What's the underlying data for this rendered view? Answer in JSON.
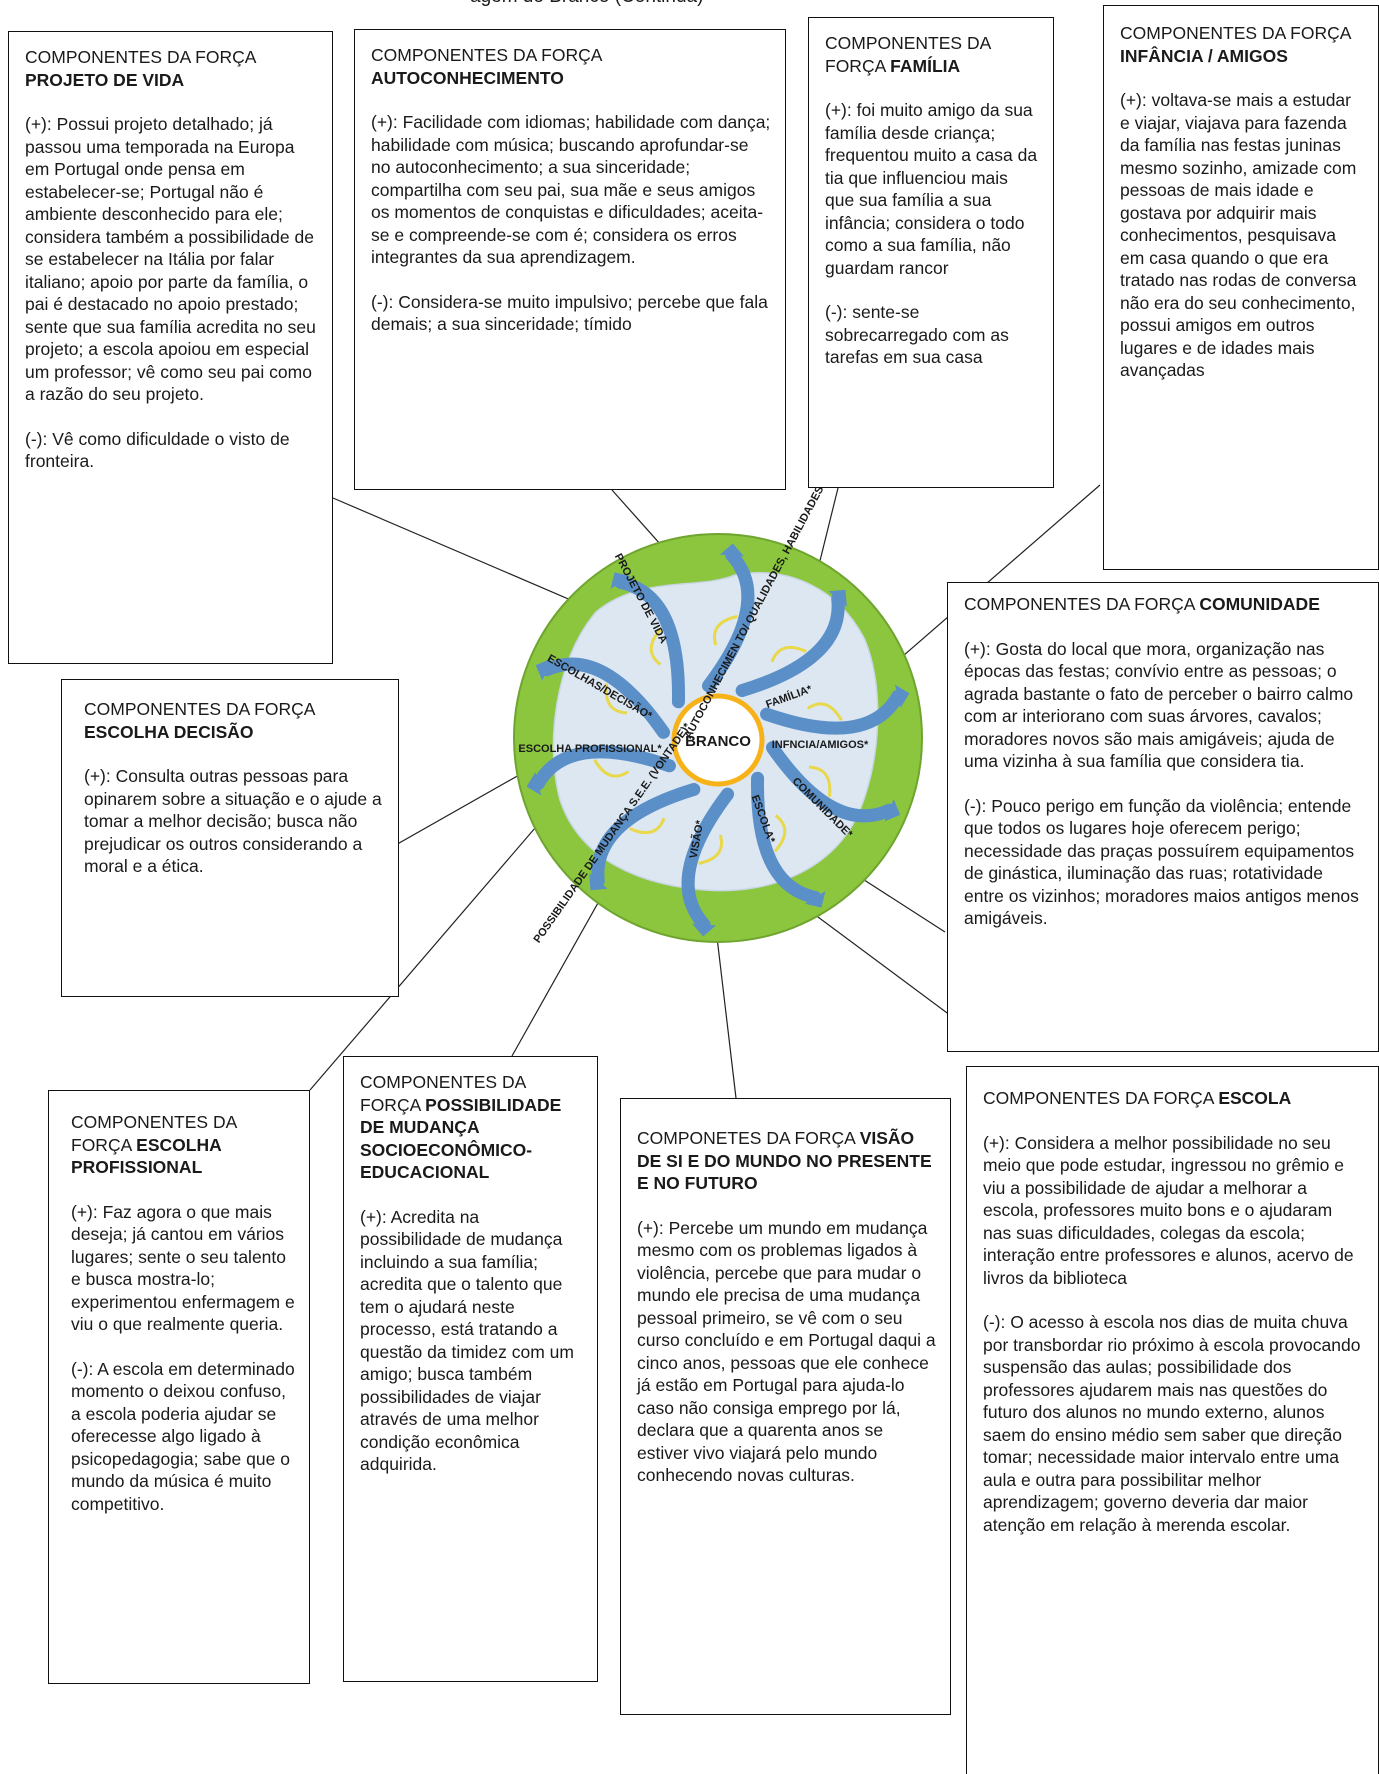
{
  "header_fragment": "agem do Branco (Continua)",
  "center_label": "BRANCO",
  "colors": {
    "ring": "#8cc63f",
    "inner": "#dce7f2",
    "arrow": "#5b8fc8",
    "center_ring": "#f7b219",
    "yellow_arrow": "#e8d84a"
  },
  "wheel_labels": [
    "PROJETO DE VIDA",
    "AUTOCONHECIMEN TO/ QUALIDADES, HABILIDADES*",
    "FAMÍLIA*",
    "INFNCIA/AMIGOS*",
    "COMUNIDADE*",
    "ESCOLA*",
    "VISÃO*",
    "POSSIBILIDADE DE MUDANÇA S.E.E. (VONTADE)*",
    "ESCOLHA PROFISSIONAL*",
    "ESCOLHAS/DECISÃO*"
  ],
  "boxes": [
    {
      "id": "projeto-vida",
      "title_prefix": "COMPONENTES DA FORÇA ",
      "title_bold": "PROJETO DE VIDA",
      "positive": "(+): Possui projeto detalhado; já passou uma temporada na Europa em Portugal onde pensa em estabelecer-se; Portugal não é ambiente desconhecido para ele; considera também a possibilidade de se estabelecer na Itália por falar italiano; apoio por parte da família, o pai é destacado no apoio prestado; sente que sua família acredita no seu projeto; a escola apoiou em especial um professor; vê como seu pai como a razão do seu projeto.",
      "negative": " (-): Vê como dificuldade o visto de fronteira."
    },
    {
      "id": "autoconhecimento",
      "title_prefix": "COMPONENTES DA FORÇA ",
      "title_bold": "AUTOCONHECIMENTO",
      "positive": "(+): Facilidade com idiomas; habilidade com dança; habilidade com música; buscando aprofundar-se no autoconhecimento; a sua sinceridade; compartilha com seu pai, sua mãe e seus amigos os momentos de conquistas e dificuldades; aceita-se e compreende-se com é; considera os erros integrantes da sua aprendizagem.",
      "negative": " (-): Considera-se muito impulsivo; percebe que fala demais; a sua sinceridade; tímido"
    },
    {
      "id": "familia",
      "title_prefix": "COMPONENTES DA FORÇA ",
      "title_bold": "FAMÍLIA",
      "positive": "(+): foi muito amigo da sua família desde criança; frequentou muito a casa da tia que influenciou mais que sua família a sua infância; considera o todo como a sua família, não guardam rancor",
      "negative": " (-): sente-se sobrecarregado com as tarefas em sua casa"
    },
    {
      "id": "infancia-amigos",
      "title_prefix": "COMPONENTES DA FORÇA ",
      "title_bold": "INFÂNCIA / AMIGOS",
      "positive": "(+): voltava-se mais a estudar e viajar, viajava para fazenda da família nas festas juninas mesmo sozinho, amizade com pessoas de mais idade e gostava por adquirir mais conhecimentos, pesquisava em casa quando o que era tratado nas rodas de conversa não era do seu conhecimento, possui amigos em outros lugares e de idades mais avançadas",
      "negative": ""
    },
    {
      "id": "comunidade",
      "title_prefix": "COMPONENTES DA FORÇA ",
      "title_bold": "COMUNIDADE",
      "positive": "(+): Gosta do local que mora, organização nas épocas das festas; convívio entre as pessoas; o agrada bastante o fato de perceber o bairro calmo com ar interiorano com suas árvores, cavalos; moradores novos são mais amigáveis; ajuda de uma vizinha à sua família que considera tia.",
      "negative": " (-): Pouco perigo em função da violência; entende que todos os lugares hoje oferecem perigo; necessidade das praças possuírem equipamentos de ginástica, iluminação das ruas; rotatividade entre os vizinhos; moradores maios antigos menos amigáveis."
    },
    {
      "id": "escolha-decisao",
      "title_prefix": "COMPONENTES DA FORÇA ",
      "title_bold": "ESCOLHA DECISÃO",
      "positive": "(+): Consulta outras pessoas para opinarem sobre a situação e o ajude a tomar a melhor decisão; busca não prejudicar os outros considerando a moral e a ética.",
      "negative": ""
    },
    {
      "id": "escolha-profissional",
      "title_prefix": "COMPONENTES DA FORÇA ",
      "title_bold": "ESCOLHA PROFISSIONAL",
      "positive": "(+): Faz agora o que mais deseja; já cantou em vários lugares; sente o seu talento e busca mostra-lo; experimentou enfermagem e viu o que realmente queria.",
      "negative": " (-): A escola em determinado momento o deixou confuso, a escola poderia ajudar se oferecesse algo ligado à psicopedagogia; sabe que o mundo da música é muito competitivo."
    },
    {
      "id": "possibilidade-mudanca",
      "title_prefix": "COMPONENTES DA FORÇA ",
      "title_bold": "POSSIBILIDADE DE MUDANÇA SOCIOECONÔMICO-EDUCACIONAL",
      "positive": "(+): Acredita na possibilidade de mudança incluindo a sua família; acredita que o talento que tem o ajudará neste processo, está tratando a questão da timidez com um amigo; busca também possibilidades de viajar através de uma melhor condição econômica adquirida.",
      "negative": ""
    },
    {
      "id": "visao",
      "title_prefix": "COMPONETES DA FORÇA ",
      "title_bold": "VISÃO DE SI E DO MUNDO NO PRESENTE E NO FUTURO",
      "positive": "(+): Percebe um mundo em mudança mesmo com os problemas ligados à violência, percebe que para mudar o mundo ele precisa de uma mudança pessoal primeiro, se vê com o seu curso concluído e em Portugal daqui a cinco anos, pessoas que ele conhece já estão em Portugal para ajuda-lo caso não consiga emprego por lá, declara que a quarenta anos se estiver vivo viajará pelo mundo conhecendo novas culturas.",
      "negative": ""
    },
    {
      "id": "escola",
      "title_prefix": "COMPONENTES DA FORÇA ",
      "title_bold": "ESCOLA",
      "positive": "(+): Considera a melhor possibilidade no seu meio que pode estudar, ingressou no grêmio e viu a possibilidade de ajudar a melhorar a escola, professores muito bons e o ajudaram nas suas dificuldades, colegas da escola; interação entre professores e alunos, acervo de livros da biblioteca",
      "negative": " (-): O acesso à escola nos dias de muita chuva por transbordar rio próximo à escola provocando suspensão das aulas; possibilidade dos professores ajudarem mais nas questões do futuro dos alunos no mundo externo, alunos saem do ensino médio sem saber que direção tomar; necessidade maior intervalo entre uma aula e outra para possibilitar melhor aprendizagem; governo deveria dar maior atenção em relação à merenda escolar."
    }
  ]
}
